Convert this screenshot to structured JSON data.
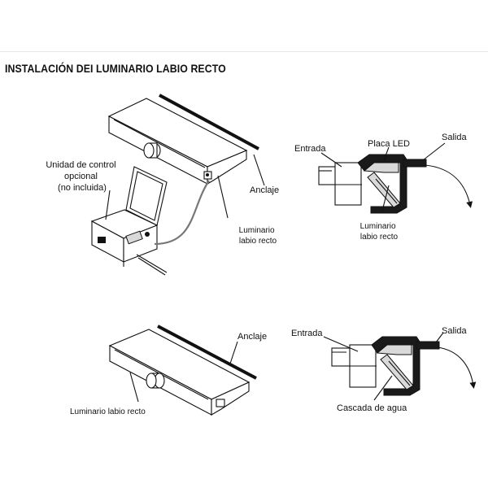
{
  "title": "INSTALACIÓN DEI LUMINARIO LABIO RECTO",
  "diagram_top": {
    "control_unit_label": [
      "Unidad de control",
      "opcional",
      "(no incluida)"
    ],
    "anchor_label": "Anclaje",
    "fixture_label": [
      "Luminario",
      "labio recto"
    ]
  },
  "section_top": {
    "inlet_label": "Entrada",
    "led_label": "Placa LED",
    "outlet_label": "Salida",
    "fixture_label": [
      "Luminario",
      "labio recto"
    ]
  },
  "diagram_bottom": {
    "anchor_label": "Anclaje",
    "fixture_label": "Luminario labio recto"
  },
  "section_bottom": {
    "inlet_label": "Entrada",
    "outlet_label": "Salida",
    "waterfall_label": "Cascada de agua"
  }
}
